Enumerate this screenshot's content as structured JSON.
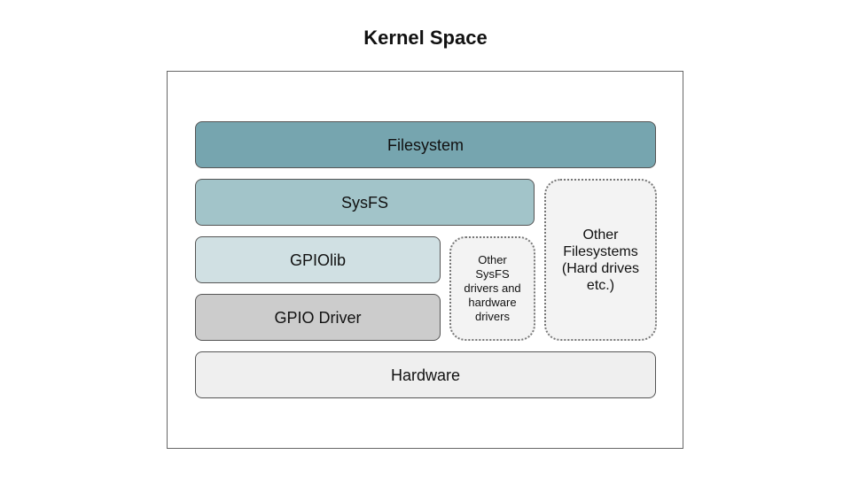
{
  "title": "Kernel Space",
  "blocks": {
    "filesystem": "Filesystem",
    "sysfs": "SysFS",
    "gpiolib": "GPIOlib",
    "gpio_driver": "GPIO Driver",
    "hardware": "Hardware"
  },
  "other": {
    "sysfs_drivers": "Other\nSysFS\ndrivers and\nhardware\ndrivers",
    "filesystems": "Other\nFilesystems\n(Hard drives\netc.)"
  },
  "colors": {
    "filesystem": "#76a5af",
    "sysfs": "#a2c4c9",
    "gpiolib": "#d0e0e3",
    "gpio_driver": "#cccccc",
    "hardware": "#efefef",
    "other": "#f3f3f3"
  }
}
